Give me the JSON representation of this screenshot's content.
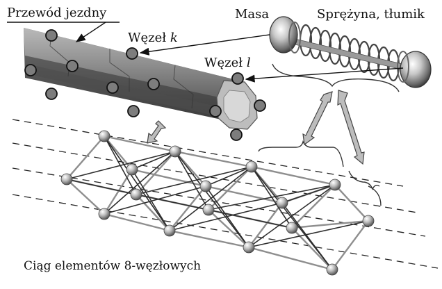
{
  "labels": {
    "conductor": "Przewód jezdny",
    "node_k_prefix": "Węzeł ",
    "node_k_var": "k",
    "node_l_prefix": "Węzeł ",
    "node_l_var": "l",
    "mass": "Masa",
    "spring_damper": "Sprężyna, tłumik",
    "element_chain": "Ciąg elementów 8-węzłowych"
  }
}
